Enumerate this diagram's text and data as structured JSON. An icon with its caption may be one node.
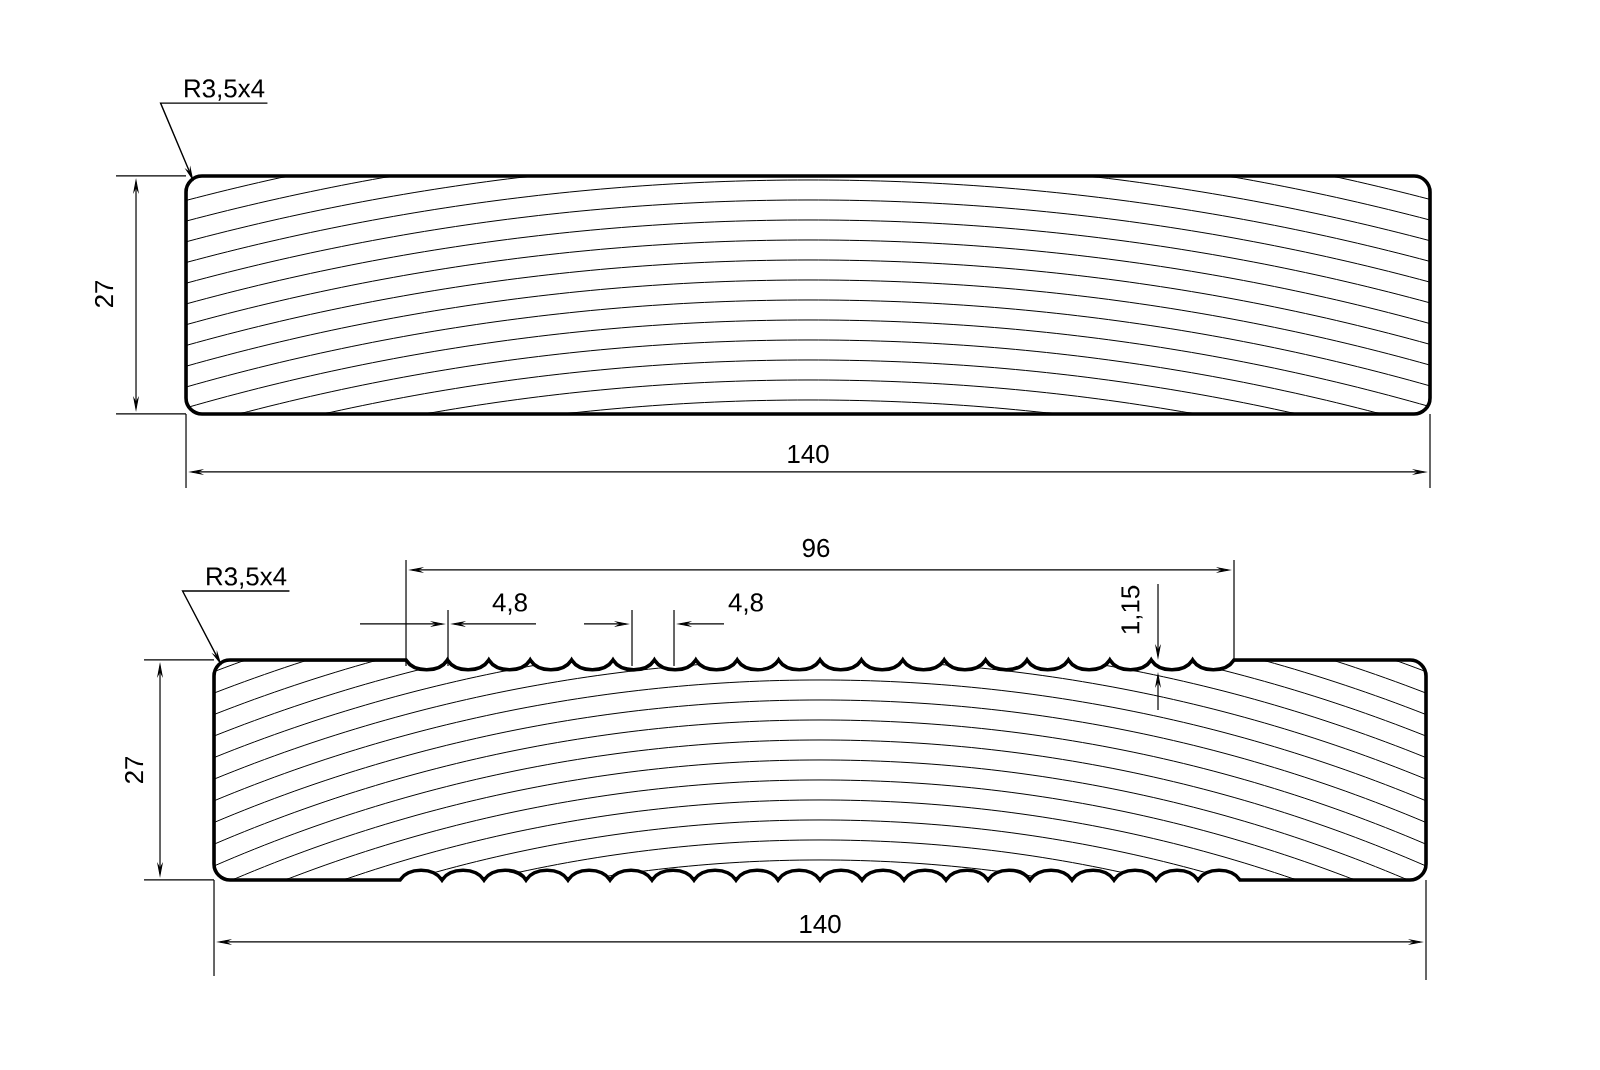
{
  "diagram": {
    "nodes": [
      {
        "text": [
          "R3,5x4"
        ]
      },
      {
        "text": [],
        "shape": "picture"
      },
      {
        "text": [
          "R3,5x4"
        ]
      },
      {
        "text": [],
        "shape": "picture"
      }
    ],
    "edges": [
      {
        "from": 0,
        "to": 1,
        "arrow": "to"
      },
      {
        "from": 2,
        "to": 3,
        "arrow": "to"
      }
    ],
    "labels": [
      "27",
      "140",
      "96",
      "4,8",
      "4,8",
      "1,15",
      "27",
      "140"
    ]
  }
}
